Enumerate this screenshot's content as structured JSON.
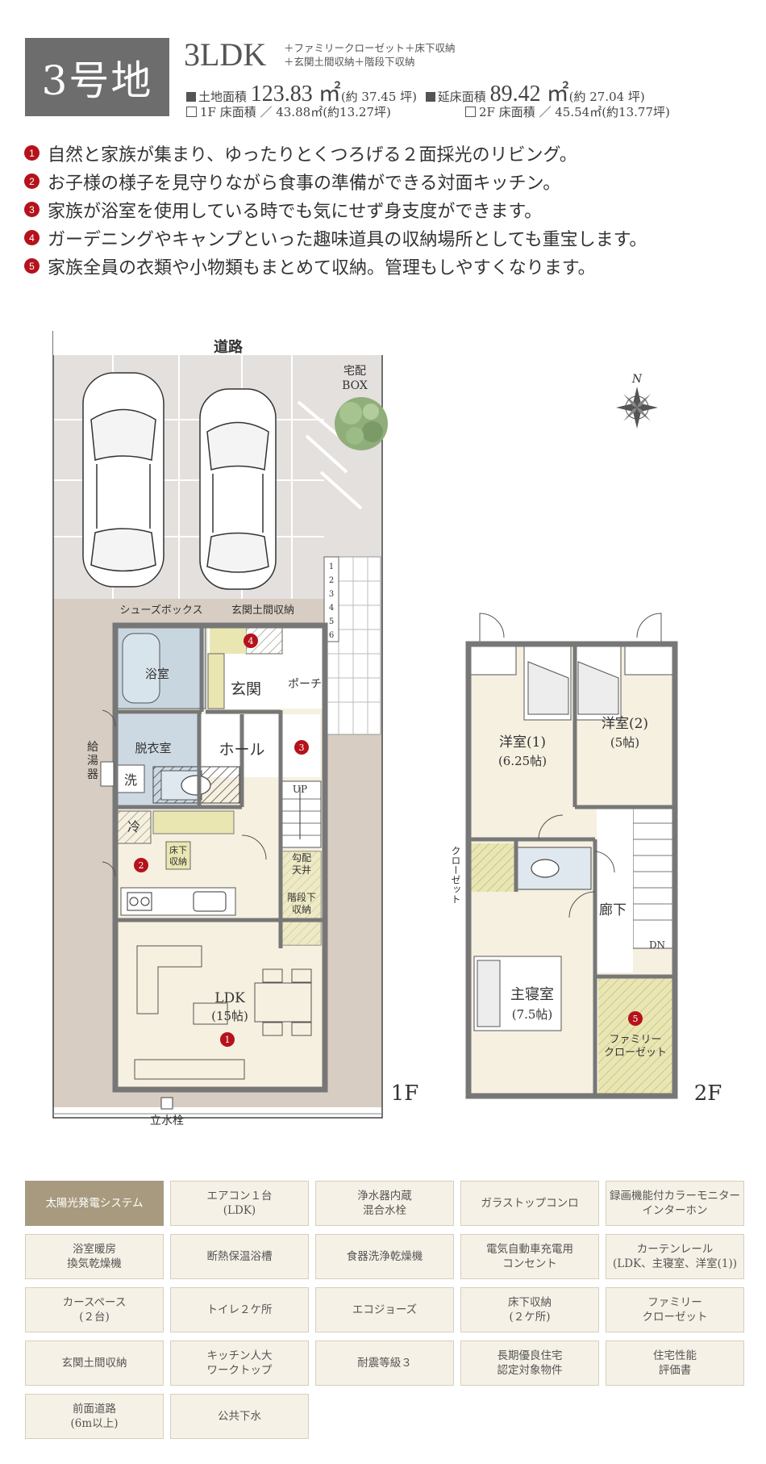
{
  "header": {
    "lot_number": "3号地",
    "plan_type": "3LDK",
    "options_line1": "＋ファミリークローゼット＋床下収納",
    "options_line2": "＋玄関土間収納＋階段下収納",
    "land_area_label": "土地面積",
    "land_area_value": "123.83 ㎡",
    "land_area_tsubo": "(約 37.45 坪)",
    "floor_area_label": "延床面積",
    "floor_area_value": "89.42 ㎡",
    "floor_area_tsubo": "(約 27.04 坪)",
    "f1_area": "1F 床面積 ／ 43.88㎡(約13.27坪)",
    "f2_area": "2F 床面積 ／ 45.54㎡(約13.77坪)"
  },
  "features": [
    {
      "num": "1",
      "text": "自然と家族が集まり、ゆったりとくつろげる２面採光のリビング。"
    },
    {
      "num": "2",
      "text": "お子様の様子を見守りながら食事の準備ができる対面キッチン。"
    },
    {
      "num": "3",
      "text": "家族が浴室を使用している時でも気にせず身支度ができます。"
    },
    {
      "num": "4",
      "text": "ガーデニングやキャンプといった趣味道具の収納場所としても重宝します。"
    },
    {
      "num": "5",
      "text": "家族全員の衣類や小物類もまとめて収納。管理もしやすくなります。"
    }
  ],
  "plan_1f": {
    "road": "道路",
    "delivery_box": "宅配",
    "delivery_box2": "BOX",
    "shoe_box": "シューズボックス",
    "entry_storage": "玄関土間収納",
    "bath": "浴室",
    "entrance": "玄関",
    "porch": "ポーチ",
    "dressing": "脱衣室",
    "hall": "ホール",
    "water_heater": "給湯器",
    "washer": "洗",
    "fridge": "冷",
    "up": "UP",
    "floor_storage_1": "床下",
    "floor_storage_2": "収納",
    "slope_ceiling_1": "勾配",
    "slope_ceiling_2": "天井",
    "under_stairs_1": "階段下",
    "under_stairs_2": "収納",
    "ldk": "LDK",
    "ldk_size": "(15帖)",
    "faucet": "立水栓",
    "floor_label": "1F",
    "steps": [
      "1",
      "2",
      "3",
      "4",
      "5",
      "6"
    ],
    "markers": [
      "1",
      "2",
      "3",
      "4"
    ]
  },
  "plan_2f": {
    "room1": "洋室(1)",
    "room1_size": "(6.25帖)",
    "room2": "洋室(2)",
    "room2_size": "(5帖)",
    "closet": "クローゼット",
    "hallway": "廊下",
    "dn": "DN",
    "master": "主寝室",
    "master_size": "(7.5帖)",
    "family_closet_1": "ファミリー",
    "family_closet_2": "クローゼット",
    "floor_label": "2F",
    "markers": [
      "5"
    ]
  },
  "compass": "N",
  "equipment": [
    "太陽光発電システム",
    "エアコン１台\n(LDK)",
    "浄水器内蔵\n混合水栓",
    "ガラストップコンロ",
    "録画機能付カラーモニター\nインターホン",
    "浴室暖房\n換気乾燥機",
    "断熱保温浴槽",
    "食器洗浄乾燥機",
    "電気自動車充電用\nコンセント",
    "カーテンレール\n(LDK、主寝室、洋室(1))",
    "カースペース\n(２台)",
    "トイレ２ケ所",
    "エコジョーズ",
    "床下収納\n(２ケ所)",
    "ファミリー\nクローゼット",
    "玄関土間収納",
    "キッチン人大\nワークトップ",
    "耐震等級３",
    "長期優良住宅\n認定対象物件",
    "住宅性能\n評価書",
    "前面道路\n(6m以上)",
    "公共下水"
  ]
}
